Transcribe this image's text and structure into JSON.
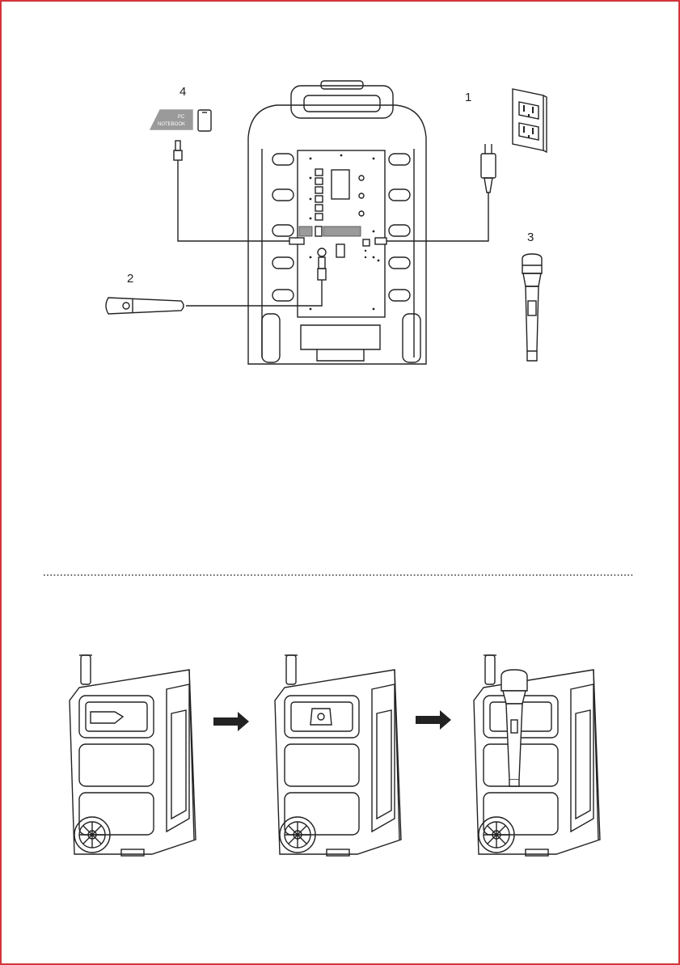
{
  "labels": {
    "power": "1",
    "wired_mic": "2",
    "wireless_mic": "3",
    "aux": "4"
  },
  "device_labels": {
    "pc": "PC",
    "notebook": "NOTEBOOK"
  },
  "colors": {
    "frame": "#d4343c",
    "line": "#222222",
    "fill_gray": "#9a9a9a"
  }
}
